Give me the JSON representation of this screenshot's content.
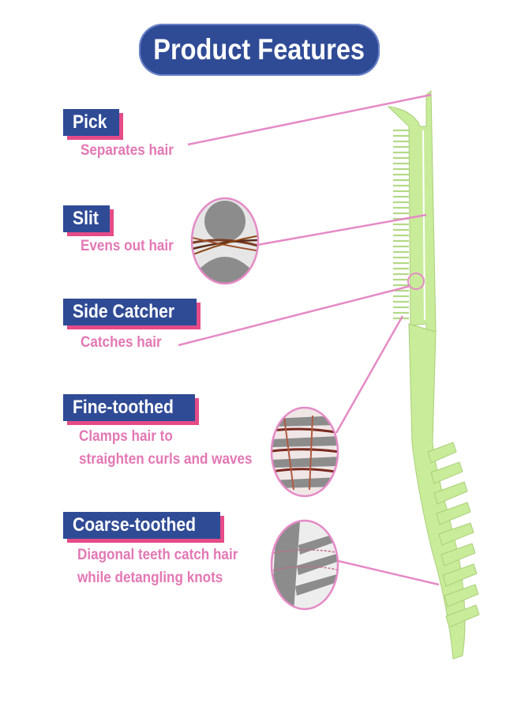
{
  "title": "Product Features",
  "features": [
    {
      "name": "Pick",
      "desc": [
        "Separates hair"
      ]
    },
    {
      "name": "Slit",
      "desc": [
        "Evens out hair"
      ]
    },
    {
      "name": "Side Catcher",
      "desc": [
        "Catches hair"
      ]
    },
    {
      "name": "Fine-toothed",
      "desc": [
        "Clamps hair to",
        "straighten curls and waves"
      ]
    },
    {
      "name": "Coarse-toothed",
      "desc": [
        "Diagonal teeth catch hair",
        "while detangling knots"
      ]
    }
  ],
  "colors": {
    "tag_bg": "#2f4b96",
    "tag_shadow": "#e64b88",
    "desc_text": "#e377b4",
    "leader_line": "#e58ac6",
    "comb": "#c9ec9a"
  },
  "icons": [
    "comb-illustration",
    "slit-zoom-icon",
    "fine-teeth-zoom-icon",
    "coarse-teeth-zoom-icon",
    "side-catcher-marker-icon"
  ]
}
